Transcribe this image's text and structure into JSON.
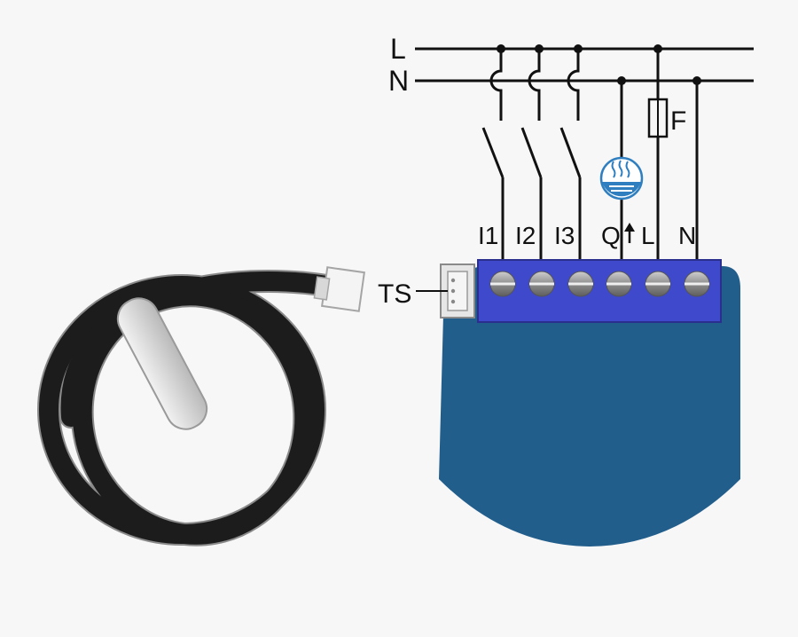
{
  "bus_labels": {
    "live": "L",
    "neutral": "N"
  },
  "fuse_label": "F",
  "sensor_label": "TS",
  "terminals": [
    "I1",
    "I2",
    "I3",
    "Q",
    "L",
    "N"
  ],
  "colors": {
    "background": "#f7f7f7",
    "wire": "#111111",
    "module_body": "#225e8c",
    "terminal_block": "#3f49cc",
    "screw": "#9a9a9a",
    "cable": "#1c1c1c",
    "probe": "#d8d8d8",
    "heater_icon": "#2f7fc0"
  },
  "icons": {
    "heater": "heating-icon",
    "output_direction": "arrow-up-icon"
  }
}
